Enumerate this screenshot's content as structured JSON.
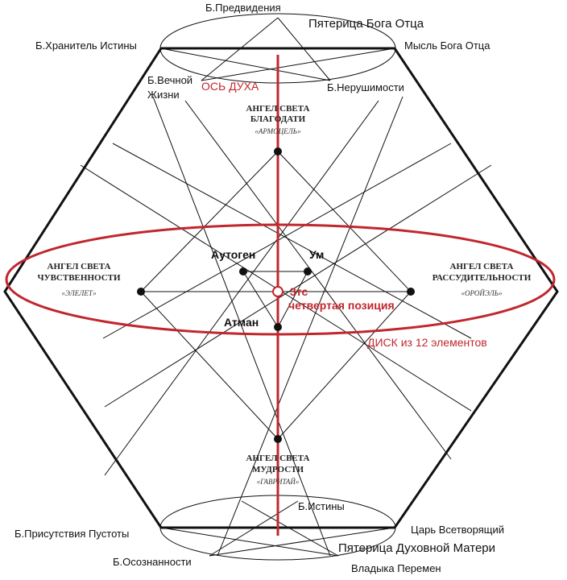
{
  "labels": {
    "top_pentad": "Пятерица Бога Отца",
    "b_predvideniya": "Б.Предвидения",
    "b_khranitel": "Б.Хранитель Истины",
    "mysl_boga": "Мысль Бога Отца",
    "b_vechnoy_1": "Б.Вечной",
    "b_vechnoy_2": "Жизни",
    "b_nerushimosti": "Б.Нерушимости",
    "os_dukha": "ОСЬ ДУХА",
    "angel_top_1": "АНГЕЛ СВЕТА",
    "angel_top_2": "БЛАГОДАТИ",
    "angel_top_3": "«АРМОЦЕЛЬ»",
    "angel_left_1": "АНГЕЛ СВЕТА",
    "angel_left_2": "ЧУВСТВЕННОСТИ",
    "angel_left_3": "«ЭЛЕЛЕТ»",
    "angel_right_1": "АНГЕЛ СВЕТА",
    "angel_right_2": "РАССУДИТЕЛЬНОСТИ",
    "angel_right_3": "«ОРОЙЭЛЬ»",
    "autogen": "Аутоген",
    "um": "Ум",
    "atman": "Атман",
    "trs": "3тс",
    "chetvertaya": "четвертая позиция",
    "disk": "ДИСК из 12 элементов",
    "angel_bottom_1": "АНГЕЛ СВЕТА",
    "angel_bottom_2": "МУДРОСТИ",
    "angel_bottom_3": "«ГАВРИТАЙ»",
    "b_istiny": "Б.Истины",
    "b_prisutstviya": "Б.Присутствия Пустоты",
    "tsar": "Царь Всетворящий",
    "b_osoznannosti": "Б.Осознанности",
    "bottom_pentad": "Пятерица Духовной Матери",
    "vladyka": "Владыка Перемен"
  },
  "colors": {
    "line": "#111111",
    "accent": "#c0272d"
  }
}
